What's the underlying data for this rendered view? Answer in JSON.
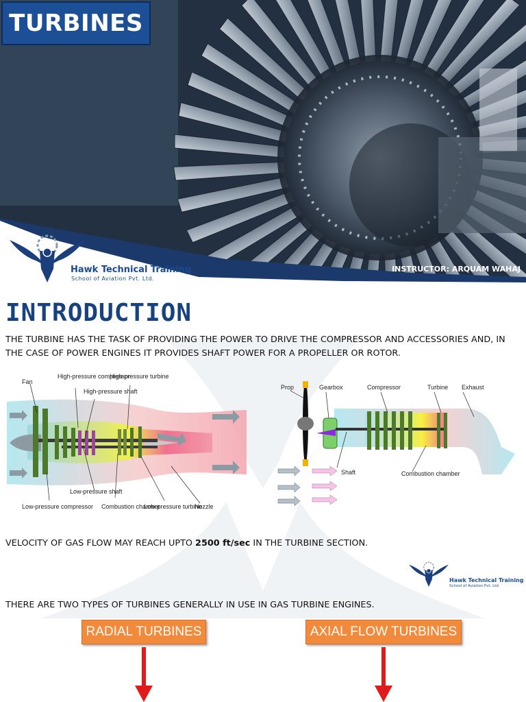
{
  "header": {
    "title": "TURBINES",
    "instructor": "INSTRUCTOR: ARQUAM WAHAJ"
  },
  "brand": {
    "name": "Hawk Technical Training",
    "subtitle": "School of Aviation Pvt. Ltd."
  },
  "intro": {
    "heading": "INTRODUCTION",
    "text": "THE TURBINE HAS THE TASK OF PROVIDING THE POWER TO DRIVE THE COMPRESSOR AND ACCESSORIES AND, IN THE CASE OF POWER ENGINES IT PROVIDES SHAFT POWER FOR A PROPELLER OR ROTOR."
  },
  "diagram_left": {
    "labels": {
      "fan": "Fan",
      "hp_compressor": "High-pressure compressor",
      "hp_turbine": "High-pressure turbine",
      "hp_shaft": "High-pressure shaft",
      "lp_shaft": "Low-pressure shaft",
      "lp_compressor": "Low-pressure compressor",
      "combustion": "Combustion chamber",
      "lp_turbine": "Low-pressure turbine",
      "nozzle": "Nozzle"
    }
  },
  "diagram_right": {
    "labels": {
      "prop": "Prop",
      "gearbox": "Gearbox",
      "compressor": "Compressor",
      "turbine": "Turbine",
      "exhaust": "Exhaust",
      "shaft": "Shaft",
      "combustion": "Combustion chamber"
    }
  },
  "velocity": {
    "prefix": "VELOCITY OF GAS FLOW MAY REACH UPTO ",
    "value": "2500 ft/sec",
    "suffix": " IN THE TURBINE SECTION."
  },
  "types": {
    "text": "THERE ARE TWO TYPES OF TURBINES GENERALLY IN USE IN GAS TURBINE ENGINES.",
    "radial": "RADIAL TURBINES",
    "axial": "AXIAL FLOW TURBINES"
  },
  "colors": {
    "brand_blue": "#17427e",
    "title_box": "#1d4f96",
    "orange": "#f28a3c",
    "arrow_red": "#e01b1b"
  }
}
